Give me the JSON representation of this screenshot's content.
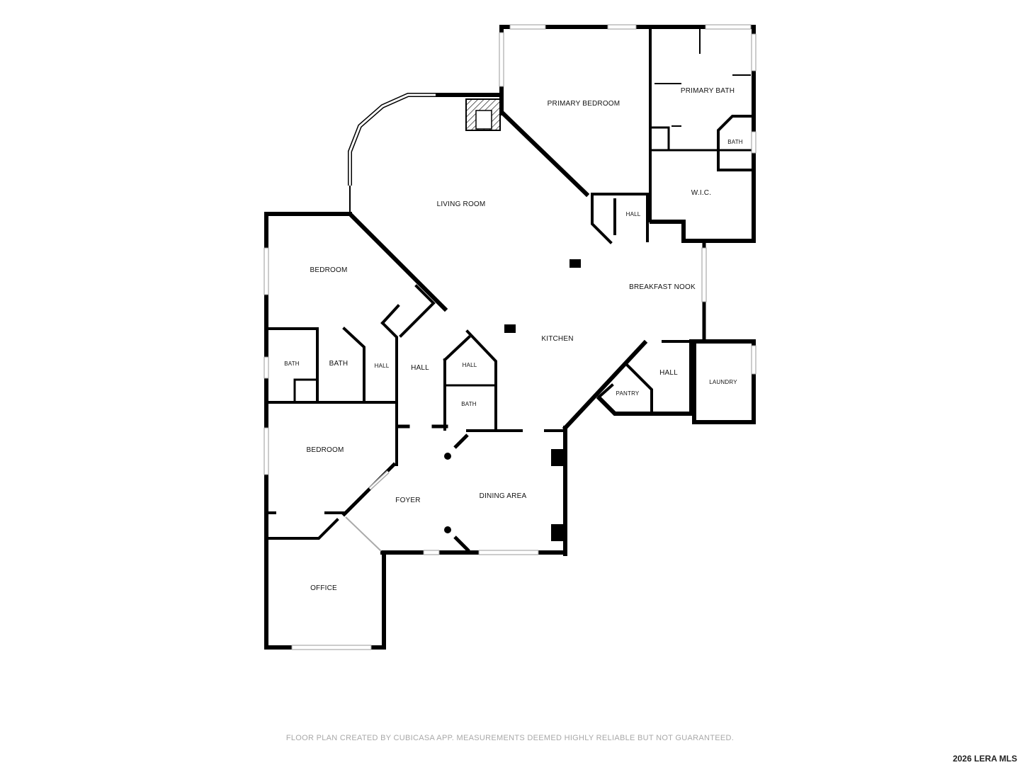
{
  "rooms": {
    "primary_bedroom": "PRIMARY BEDROOM",
    "primary_bath": "PRIMARY BATH",
    "primary_bath_small": "BATH",
    "wic": "W.I.C.",
    "hall_primary": "HALL",
    "living_room": "LIVING ROOM",
    "breakfast_nook": "BREAKFAST NOOK",
    "kitchen": "KITCHEN",
    "bedroom_upper": "BEDROOM",
    "bath_left_small": "BATH",
    "bath_left": "BATH",
    "hall_left_small": "HALL",
    "hall_center": "HALL",
    "hall_right_small": "HALL",
    "bath_center": "BATH",
    "hall_east": "HALL",
    "pantry": "PANTRY",
    "laundry": "LAUNDRY",
    "bedroom_lower": "BEDROOM",
    "foyer": "FOYER",
    "dining_area": "DINING AREA",
    "office": "OFFICE"
  },
  "footer": {
    "disclaimer": "FLOOR PLAN CREATED BY CUBICASA APP. MEASUREMENTS DEEMED HIGHLY RELIABLE BUT NOT GUARANTEED.",
    "watermark": "2026 LERA MLS"
  }
}
